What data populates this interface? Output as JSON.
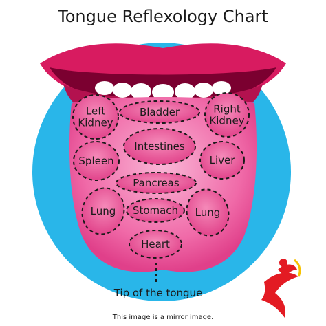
{
  "title": "Tongue Reflexology Chart",
  "footnote": "This image is a mirror image.",
  "tip_label": "Tip of the tongue",
  "zones": [
    {
      "id": "left-kidney",
      "lines": [
        "Left",
        "Kidney"
      ]
    },
    {
      "id": "bladder",
      "lines": [
        "Bladder"
      ]
    },
    {
      "id": "right-kidney",
      "lines": [
        "Right",
        "Kidney"
      ]
    },
    {
      "id": "intestines",
      "lines": [
        "Intestines"
      ]
    },
    {
      "id": "spleen",
      "lines": [
        "Spleen"
      ]
    },
    {
      "id": "liver",
      "lines": [
        "Liver"
      ]
    },
    {
      "id": "pancreas",
      "lines": [
        "Pancreas"
      ]
    },
    {
      "id": "lung-left",
      "lines": [
        "Lung"
      ]
    },
    {
      "id": "stomach",
      "lines": [
        "Stomach"
      ]
    },
    {
      "id": "lung-right",
      "lines": [
        "Lung"
      ]
    },
    {
      "id": "heart",
      "lines": [
        "Heart"
      ]
    }
  ],
  "colors": {
    "circle": "#29b6e9",
    "lips": "#d81b60",
    "mouth_inside": "#7b0030",
    "teeth": "#ffffff",
    "tongue": "#f06aa8",
    "zone": "#e8458c",
    "logo_red": "#e31b23"
  }
}
